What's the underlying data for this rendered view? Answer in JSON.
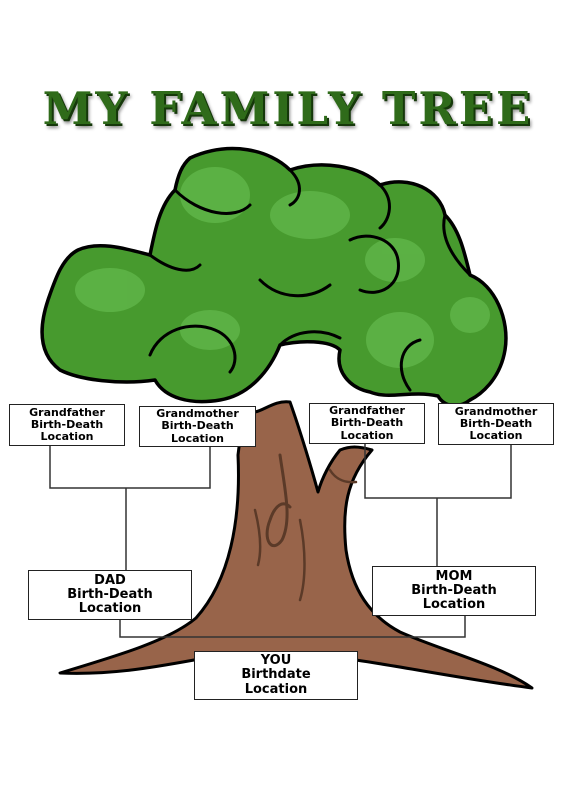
{
  "title": "MY FAMILY TREE",
  "colors": {
    "leaves": "#479a2e",
    "leaves_highlight": "#5fb548",
    "trunk": "#98644a",
    "outline": "#000000",
    "title_green": "#2f6b1a"
  },
  "grandparents_dad_side": {
    "grandfather": {
      "name": "Grandfather",
      "dates": "Birth-Death",
      "location": "Location"
    },
    "grandmother": {
      "name": "Grandmother",
      "dates": "Birth-Death",
      "location": "Location"
    }
  },
  "grandparents_mom_side": {
    "grandfather": {
      "name": "Grandfather",
      "dates": "Birth-Death",
      "location": "Location"
    },
    "grandmother": {
      "name": "Grandmother",
      "dates": "Birth-Death",
      "location": "Location"
    }
  },
  "dad": {
    "name": "DAD",
    "dates": "Birth-Death",
    "location": "Location"
  },
  "mom": {
    "name": "MOM",
    "dates": "Birth-Death",
    "location": "Location"
  },
  "you": {
    "name": "YOU",
    "dates": "Birthdate",
    "location": "Location"
  }
}
